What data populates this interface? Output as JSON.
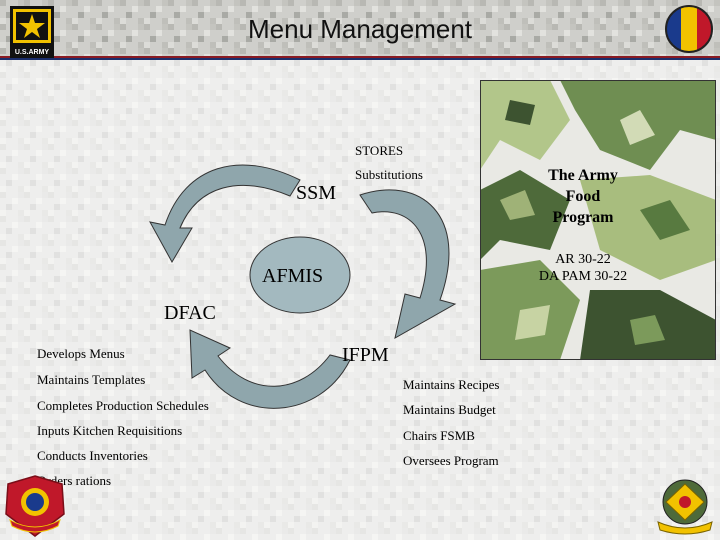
{
  "slide": {
    "title": "Menu Management"
  },
  "logo": {
    "army_text": "U.S.ARMY"
  },
  "cycle": {
    "stores": "STORES",
    "substitutions": "Substitutions",
    "ssm": "SSM",
    "afmis": "AFMIS",
    "dfac": "DFAC",
    "ifpm": "IFPM"
  },
  "panel": {
    "program_line1": "The Army",
    "program_line2": "Food",
    "program_line3": "Program",
    "ref1": "AR 30-22",
    "ref2": "DA PAM 30-22"
  },
  "dfac_tasks": [
    "Develops Menus",
    "Maintains Templates",
    "Completes Production Schedules",
    "Inputs Kitchen Requisitions",
    "Conducts Inventories",
    "Orders rations"
  ],
  "ifpm_tasks": [
    "Maintains Recipes",
    "Maintains Budget",
    "Chairs FSMB",
    "Oversees Program"
  ],
  "colors": {
    "arrow_fill": "#8fa6ac",
    "circle_fill": "#a3b9bf",
    "flag_yellow": "#f2c200",
    "flag_red": "#c0182a",
    "flag_blue": "#1a3a8c",
    "panel_green": "#6f8e52"
  }
}
